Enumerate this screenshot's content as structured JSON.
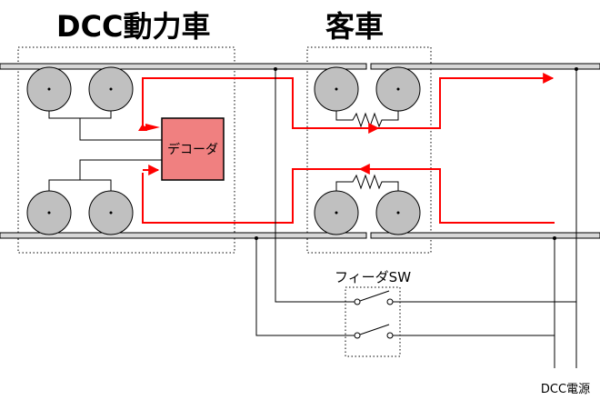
{
  "labels": {
    "dcc_loco": "DCC動力車",
    "coach": "客車",
    "decoder": "デコーダ",
    "feeder_switch": "フィーダSW",
    "dcc_power": "DCC電源"
  },
  "colors": {
    "decoder_fill": "#f08080",
    "current_path": "#ff0000",
    "wheel_fill": "#c0c0c0",
    "rail_fill": "#d8d8d8",
    "line": "#000000"
  },
  "icons": {
    "resistor": "resistor-icon",
    "wheel": "wheel-icon",
    "arrow": "arrow-icon",
    "switch": "switch-icon"
  }
}
